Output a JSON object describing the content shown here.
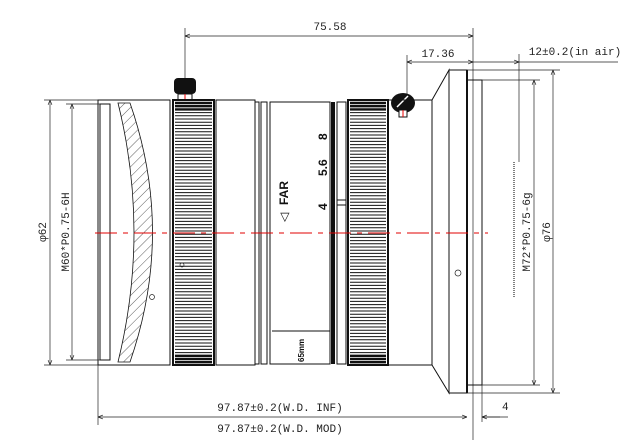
{
  "dimensions": {
    "flange_to_screw": "75.58",
    "flange_to_rear_screw": "17.36",
    "back_focus": "12±0.2(in air)",
    "front_diameter": "φ62",
    "front_thread": "M60*P0.75-6H",
    "rear_diameter": "φ76",
    "rear_thread": "M72*P0.75-6g",
    "length_inf": "97.87±0.2(W.D. INF)",
    "length_mod": "97.87±0.2(W.D. MOD)",
    "rear_step": "4"
  },
  "lens_markings": {
    "focus_label": "FAR",
    "focus_arrow": "◁",
    "aperture_values": [
      "4",
      "5.6",
      "8"
    ],
    "focal_length": "65mm"
  },
  "colors": {
    "centerline": "#e00000",
    "line": "#111111"
  }
}
